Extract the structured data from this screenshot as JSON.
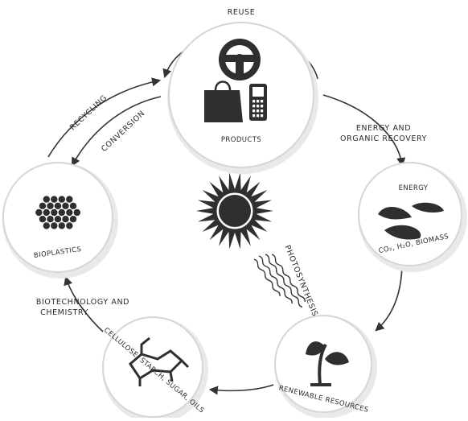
{
  "nodes": {
    "products": "PRODUCTS",
    "energy": "ENERGY",
    "energy_sub": "CO₂, H₂O, BIOMASS",
    "renewable": "RENEWABLE RESOURCES",
    "cellulose": "CELLULOSE, STARCH, SUGAR, OILS",
    "bioplastics": "BIOPLASTICS"
  },
  "flows": {
    "reuse": "REUSE",
    "recycling": "RECYCLING",
    "conversion": "CONVERSION",
    "energy_recovery_1": "ENERGY AND",
    "energy_recovery_2": "ORGANIC RECOVERY",
    "biotech_1": "BIOTECHNOLOGY AND",
    "biotech_2": "CHEMISTRY",
    "photosynthesis": "PHOTOSYNTHESIS"
  }
}
